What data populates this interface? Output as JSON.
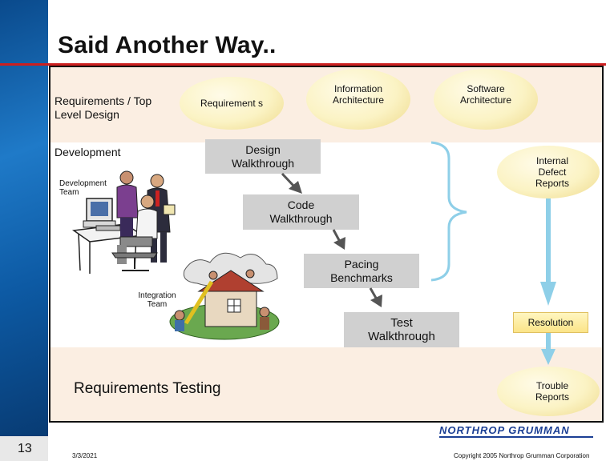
{
  "title": "Said Another Way..",
  "left_labels": {
    "requirements": "Requirements / Top Level Design",
    "development": "Development",
    "development_team": "Development Team",
    "integration_team": "Integration Team",
    "requirements_testing": "Requirements Testing"
  },
  "ellipses": {
    "requirements": "Requirement s",
    "information_architecture": "Information Architecture",
    "software_architecture": "Software Architecture",
    "internal_defect_reports": "Internal Defect Reports",
    "trouble_reports": "Trouble Reports"
  },
  "boxes": {
    "design_walkthrough": "Design Walkthrough",
    "code_walkthrough": "Code Walkthrough",
    "pacing_benchmarks": "Pacing Benchmarks",
    "test_walkthrough": "Test Walkthrough",
    "resolution": "Resolution"
  },
  "footer": {
    "slide_number": "13",
    "date": "3/3/2021",
    "copyright": "Copyright 2005 Northrop Grumman Corporation",
    "logo_text": "NORTHROP GRUMMAN"
  },
  "colors": {
    "accent_red": "#cc1f1f",
    "sidebar_blue": "#1f7ac8",
    "arrow_blue": "#8ecfe8",
    "box_gray": "#d0d0d0",
    "band_peach": "#fbeee2",
    "logo_blue": "#1b3f94"
  }
}
